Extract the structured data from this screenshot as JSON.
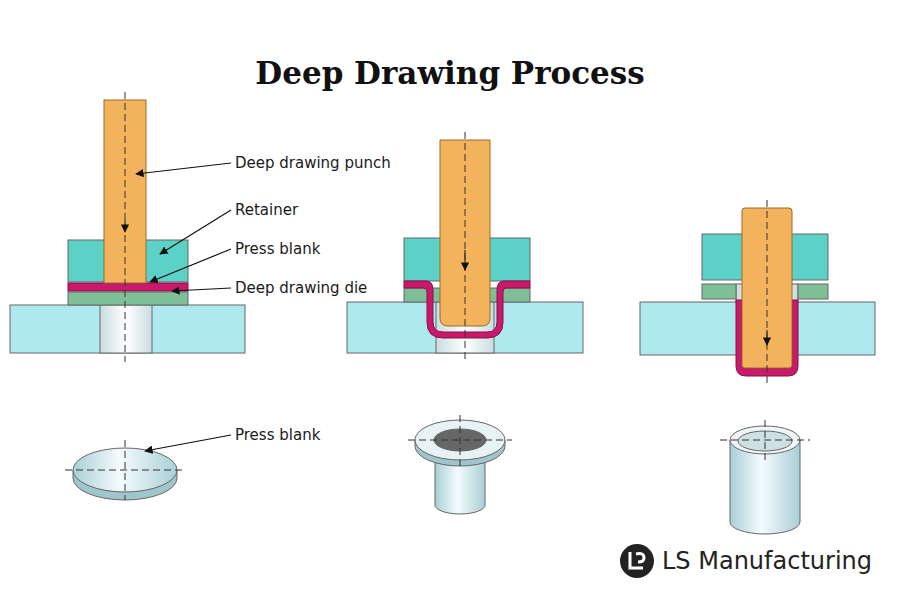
{
  "diagram": {
    "title": "Deep Drawing Process",
    "labels": [
      "Deep drawing punch",
      "Retainer",
      "Press blank",
      "Deep drawing die",
      "Press blank",
      "LS Manufacturing"
    ]
  }
}
